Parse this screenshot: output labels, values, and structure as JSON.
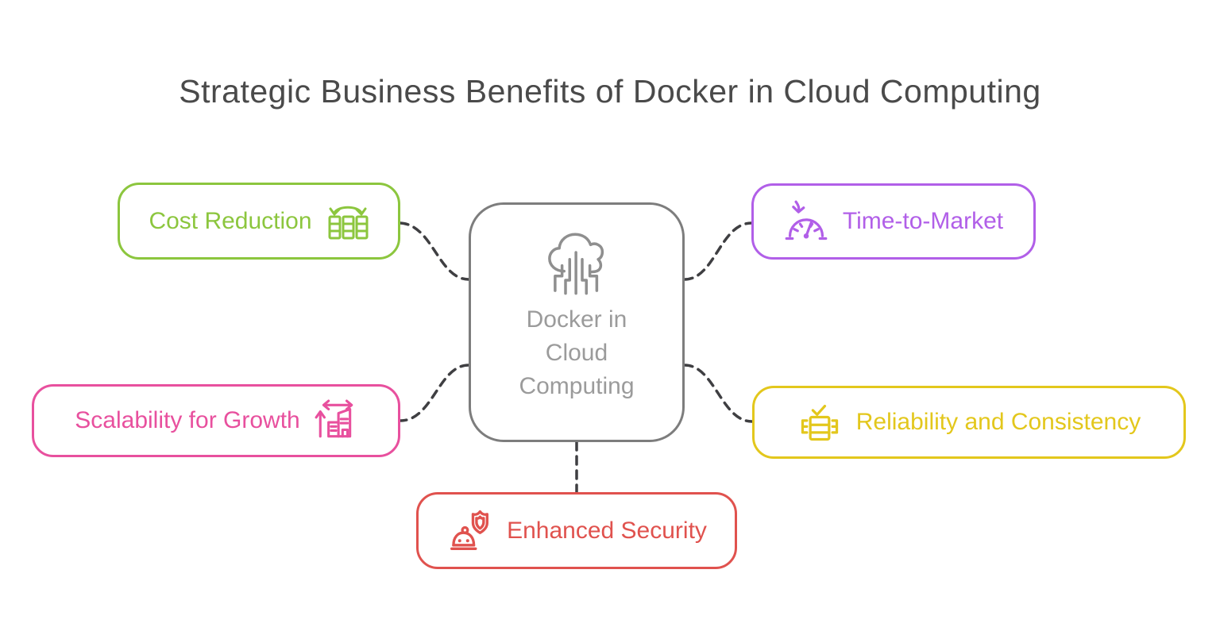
{
  "title": "Strategic Business Benefits of Docker in Cloud Computing",
  "title_color": "#4A4A4A",
  "background": "#FFFFFF",
  "center_node": {
    "lines": [
      "Docker in",
      "Cloud",
      "Computing"
    ],
    "border_color": "#7D7D7D",
    "text_color": "#9B9B9B",
    "icon": "cloud-circuit-icon",
    "icon_color": "#8F8F8F"
  },
  "connectors": {
    "color": "#3F3F42",
    "style": "dashed"
  },
  "nodes": [
    {
      "id": "cost-reduction",
      "label": "Cost Reduction",
      "color": "#8CC63E",
      "icon": "coin-stacks-cycle-icon",
      "icon_side": "right"
    },
    {
      "id": "time-to-market",
      "label": "Time-to-Market",
      "color": "#B15FE8",
      "icon": "speedometer-icon",
      "icon_side": "left"
    },
    {
      "id": "scalability-for-growth",
      "label": "Scalability for Growth",
      "color": "#E8509E",
      "icon": "building-growth-arrows-icon",
      "icon_side": "right"
    },
    {
      "id": "reliability-and-consistency",
      "label": "Reliability and Consistency",
      "color": "#E3C71C",
      "icon": "checked-server-stack-icon",
      "icon_side": "left"
    },
    {
      "id": "enhanced-security",
      "label": "Enhanced Security",
      "color": "#E0524E",
      "icon": "shield-robot-icon",
      "icon_side": "left"
    }
  ]
}
